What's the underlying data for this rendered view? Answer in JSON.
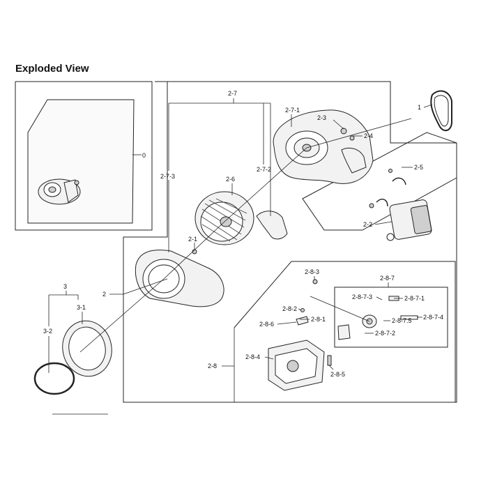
{
  "title": "Exploded View",
  "callouts": {
    "c0": "0",
    "c1": "1",
    "c2": "2",
    "c2_1": "2-1",
    "c2_2": "2-2",
    "c2_3": "2-3",
    "c2_4": "2-4",
    "c2_5": "2-5",
    "c2_6": "2-6",
    "c2_7": "2-7",
    "c2_7_1": "2-7-1",
    "c2_7_2": "2-7-2",
    "c2_7_3": "2-7-3",
    "c2_8": "2-8",
    "c2_8_1": "2-8-1",
    "c2_8_2": "2-8-2",
    "c2_8_3": "2-8-3",
    "c2_8_4": "2-8-4",
    "c2_8_5": "2-8-5",
    "c2_8_6": "2-8-6",
    "c2_8_7": "2-8-7",
    "c2_8_7_1": "2-8-7-1",
    "c2_8_7_2": "2-8-7-2",
    "c2_8_7_3": "2-8-7-3",
    "c2_8_7_4": "2-8-7-4",
    "c2_8_7_5": "2-8-7.5",
    "c3": "3",
    "c3_1": "3-1",
    "c3_2": "3-2"
  }
}
